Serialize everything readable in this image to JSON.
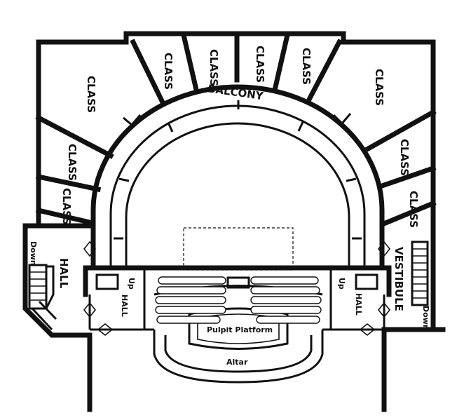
{
  "labels": {
    "balcony": "BALCONY",
    "class": "CLASS",
    "hall": "HALL",
    "vestibule": "VESTIBULE",
    "pulpit_platform": "Pulpit Platform",
    "altar": "Altar",
    "down": "Down",
    "up": "Up"
  }
}
